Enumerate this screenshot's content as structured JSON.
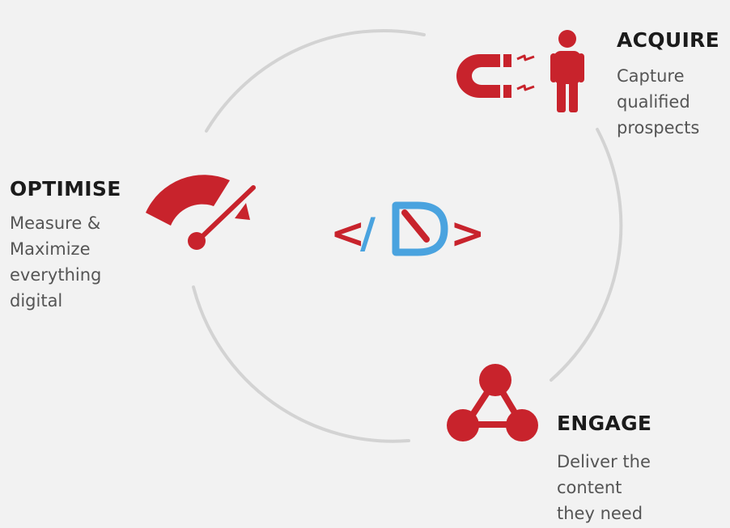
{
  "colors": {
    "accent_red": "#c8232c",
    "accent_blue": "#4aa3df",
    "cycle_ring": "#d3d3d3",
    "background": "#f2f2f2",
    "title_text": "#1b1b1b",
    "body_text": "#555555"
  },
  "center_logo": {
    "left_bracket": "<",
    "slash": "/",
    "right_bracket": ">",
    "mark_icon": "d-letter-logo-icon"
  },
  "stages": {
    "acquire": {
      "icon": "magnet-attracting-person-icon",
      "title": "ACQUIRE",
      "desc_lines": [
        "Capture",
        "qualified",
        "prospects"
      ]
    },
    "optimise": {
      "icon": "speedometer-gauge-icon",
      "title": "OPTIMISE",
      "desc_lines": [
        "Measure &",
        "Maximize",
        "everything",
        "digital"
      ]
    },
    "engage": {
      "icon": "network-share-icon",
      "title": "ENGAGE",
      "desc_lines": [
        "Deliver the",
        "content",
        "they need"
      ]
    }
  }
}
